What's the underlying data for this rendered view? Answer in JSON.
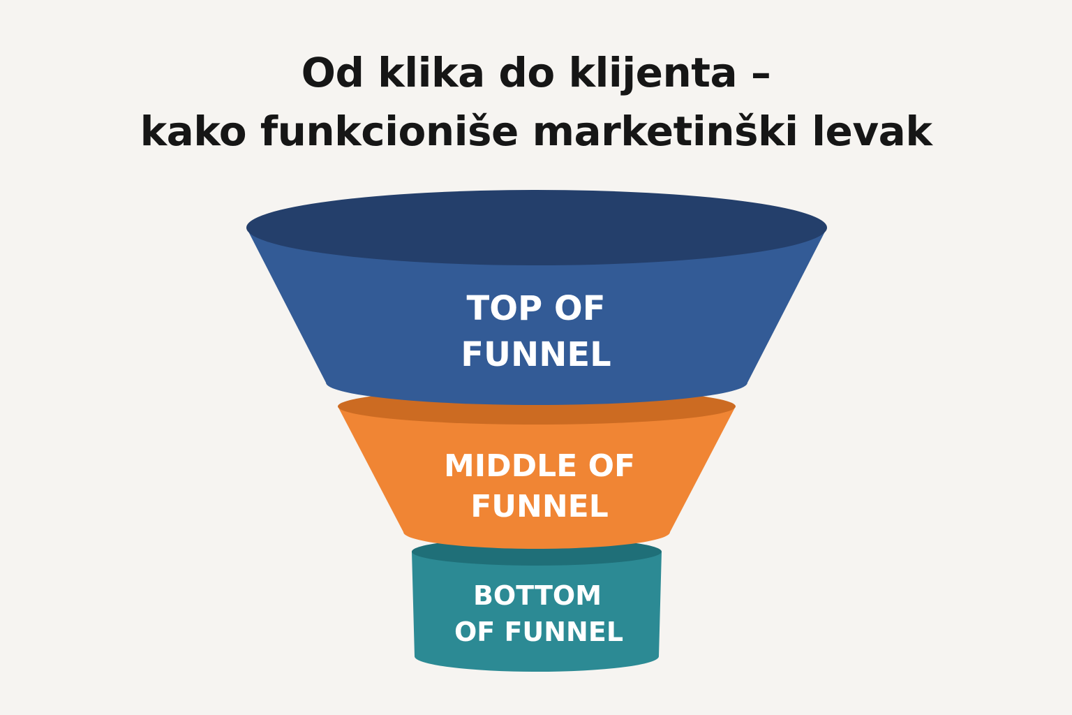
{
  "title": {
    "line1": "Od klika do klijenta –",
    "line2": "kako funkcioniše marketinški levak"
  },
  "stages": [
    {
      "id": "top",
      "label_line1": "TOP OF",
      "label_line2": "FUNNEL",
      "color": "#335b96",
      "rim_color": "#243f6b"
    },
    {
      "id": "middle",
      "label_line1": "MIDDLE OF",
      "label_line2": "FUNNEL",
      "color": "#f08534",
      "rim_color": "#cc6b22"
    },
    {
      "id": "bottom",
      "label_line1": "BOTTOM",
      "label_line2": "OF FUNNEL",
      "color": "#2c8a94",
      "rim_color": "#1f6f78"
    }
  ]
}
